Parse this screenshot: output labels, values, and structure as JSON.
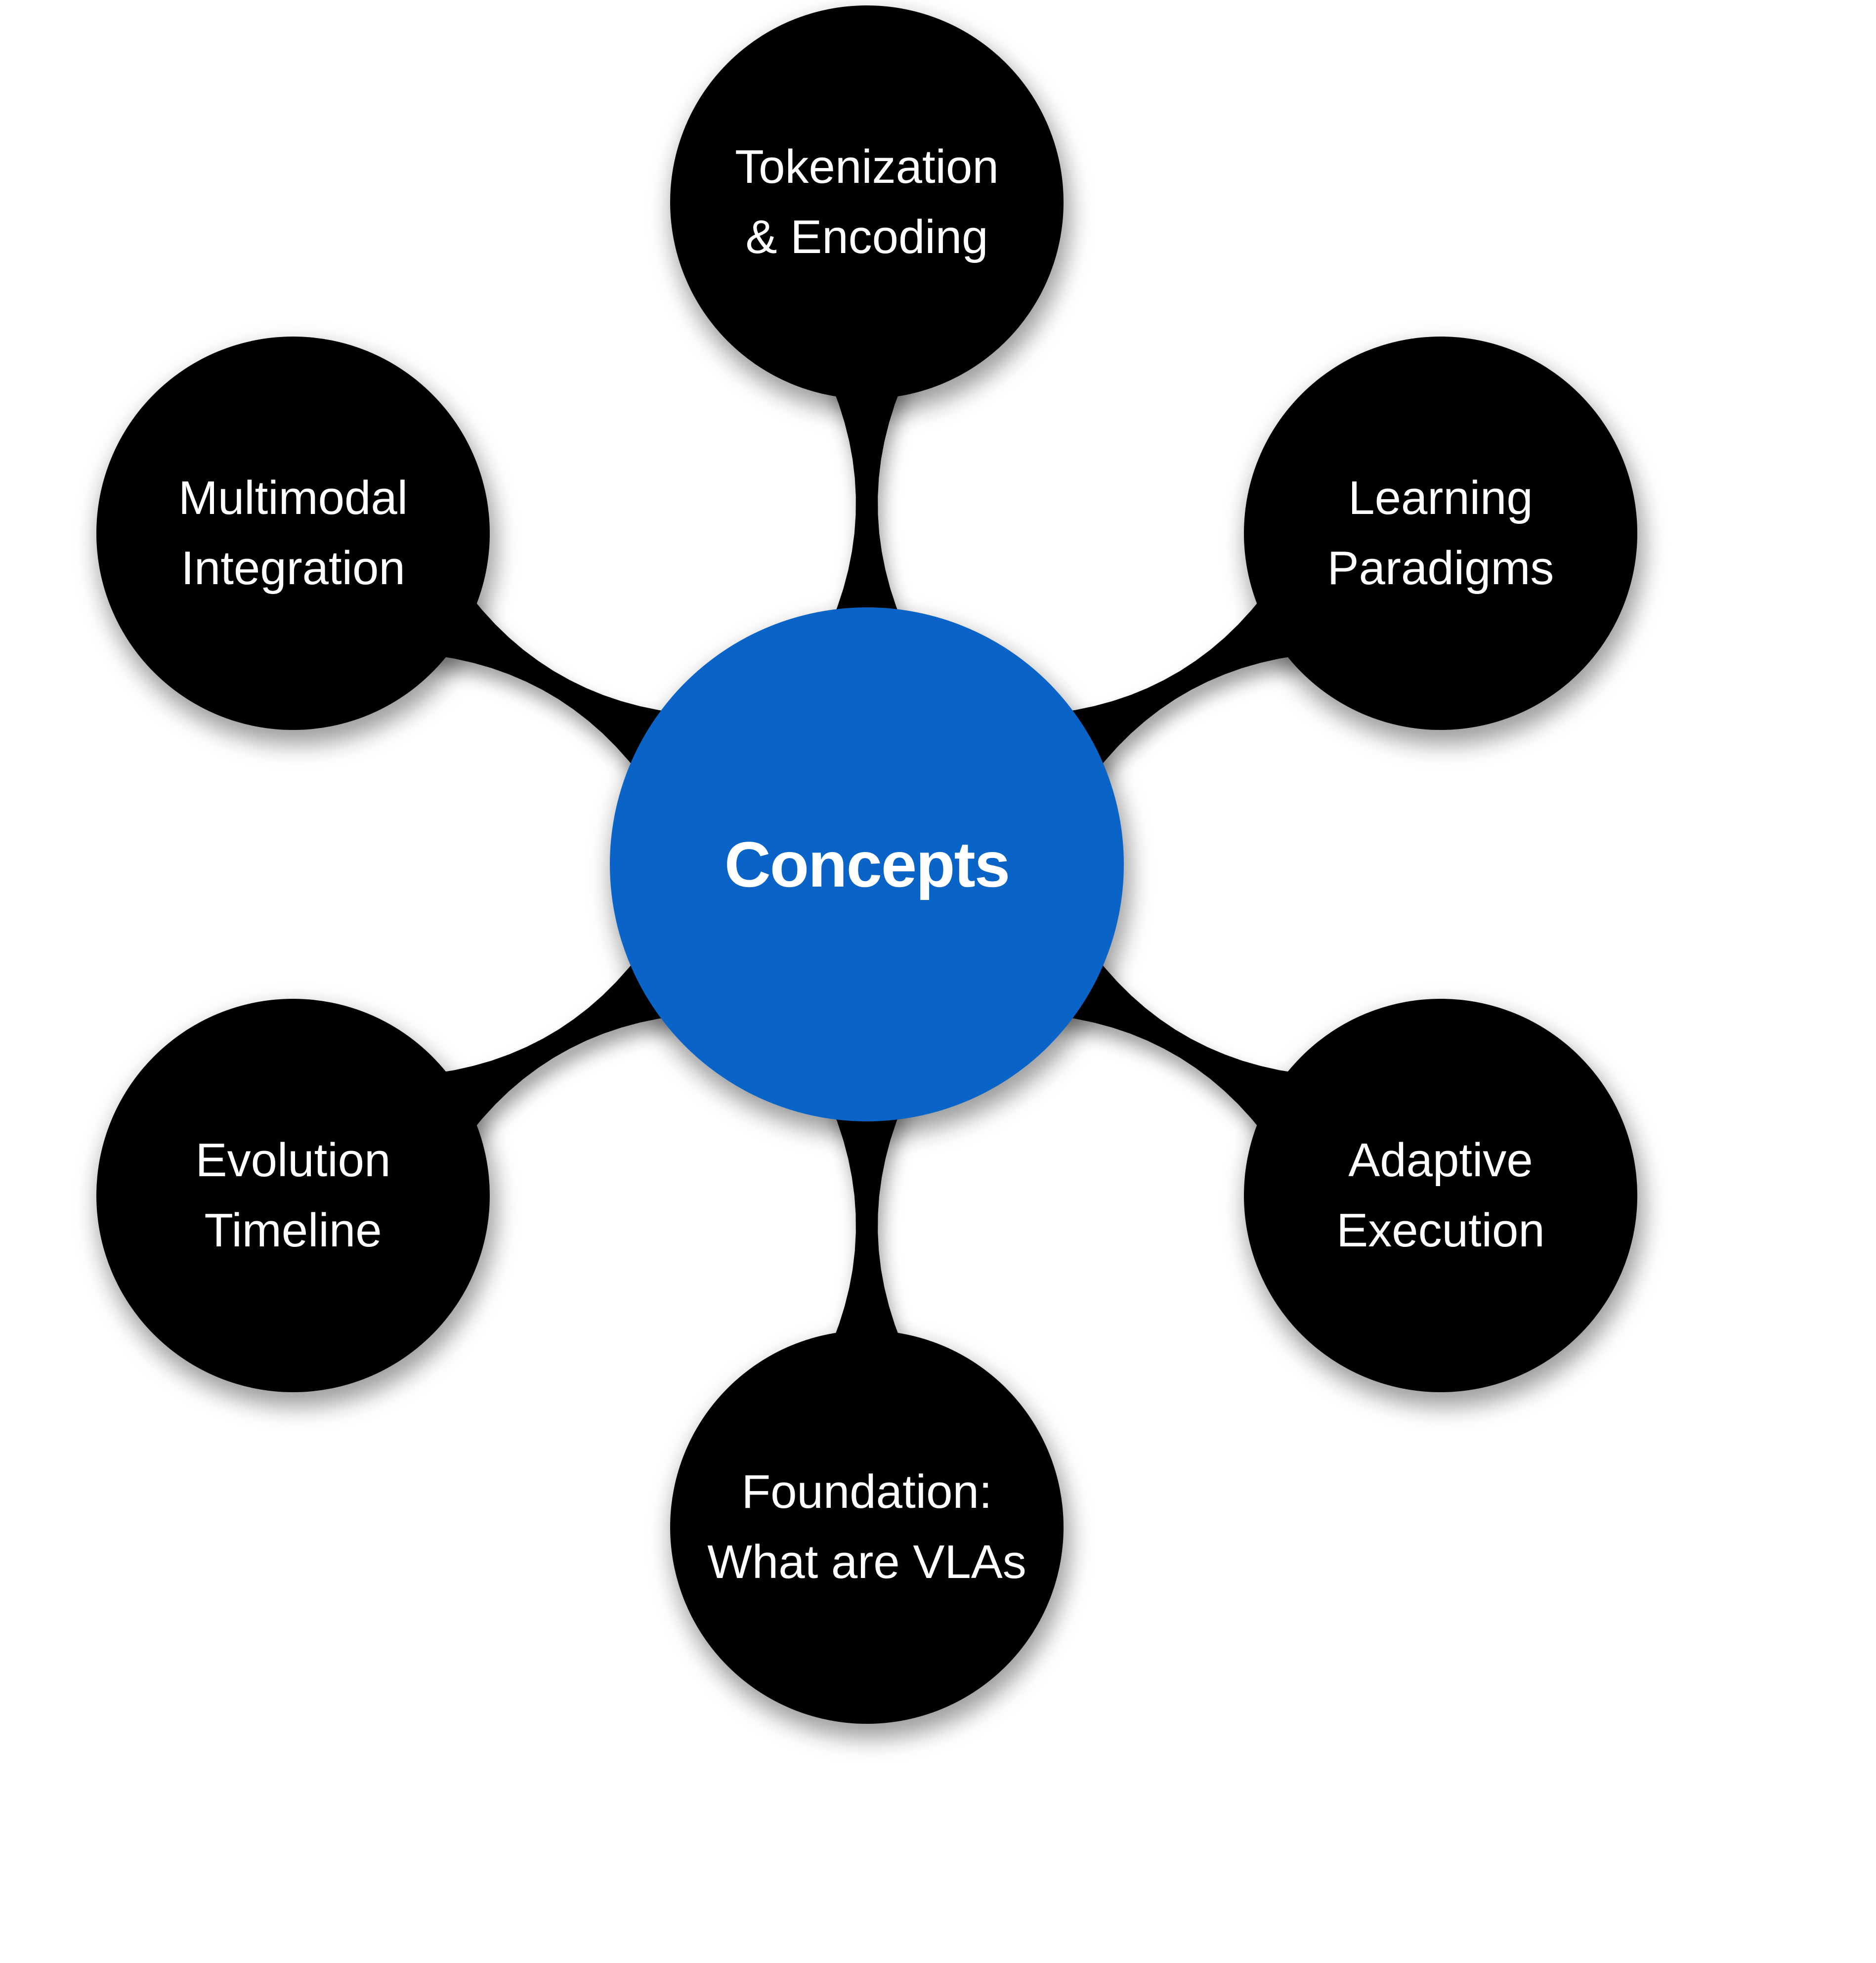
{
  "diagram": {
    "center_node": {
      "id": "concepts",
      "label": "Concepts"
    },
    "nodes": [
      {
        "id": "tokenization-encoding",
        "position": "top",
        "lines": [
          "Tokenization",
          "& Encoding"
        ]
      },
      {
        "id": "learning-paradigms",
        "position": "top-right",
        "lines": [
          "Learning",
          "Paradigms"
        ]
      },
      {
        "id": "adaptive-execution",
        "position": "bottom-right",
        "lines": [
          "Adaptive",
          "Execution"
        ]
      },
      {
        "id": "foundation-what-are-vlas",
        "position": "bottom",
        "lines": [
          "Foundation:",
          "What are VLAs"
        ]
      },
      {
        "id": "evolution-timeline",
        "position": "bottom-left",
        "lines": [
          "Evolution",
          "Timeline"
        ]
      },
      {
        "id": "multimodal-integration",
        "position": "top-left",
        "lines": [
          "Multimodal",
          "Integration"
        ]
      }
    ],
    "colors": {
      "center_fill": "#0a64c7",
      "satellite_fill": "#000000",
      "text": "#ffffff",
      "background": "#ffffff"
    }
  }
}
